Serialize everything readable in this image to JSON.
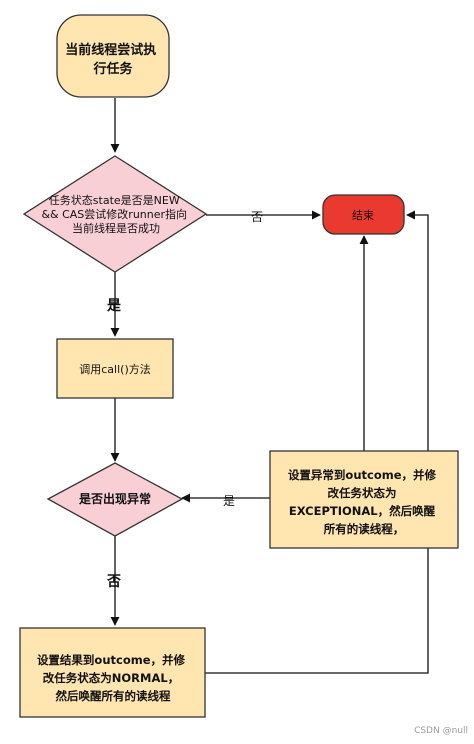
{
  "nodes": {
    "start": {
      "lines": [
        "当前线程尝试执",
        "行任务"
      ]
    },
    "decision_state": {
      "lines": [
        "任务状态state是否是NEW",
        "&& CAS尝试修改runner指向",
        "当前线程是否成功"
      ]
    },
    "end": {
      "label": "结束"
    },
    "call": {
      "label": "调用call()方法"
    },
    "decision_exception": {
      "label": "是否出现异常"
    },
    "set_exception": {
      "lines": [
        "设置异常到outcome，并修",
        "改任务状态为",
        "EXCEPTIONAL，然后唤醒",
        "所有的读线程，"
      ]
    },
    "set_result": {
      "lines": [
        "设置结果到outcome，并修",
        "改任务状态为NORMAL，",
        "然后唤醒所有的读线程"
      ]
    }
  },
  "edge_labels": {
    "state_no": "否",
    "state_yes": "是",
    "exception_yes": "是",
    "exception_no": "否"
  },
  "colors": {
    "process_fill": "#ffe6b0",
    "decision_fill": "#f9cfd6",
    "end_fill": "#ea3a2f",
    "stroke": "#333333"
  },
  "watermark": "CSDN @null"
}
